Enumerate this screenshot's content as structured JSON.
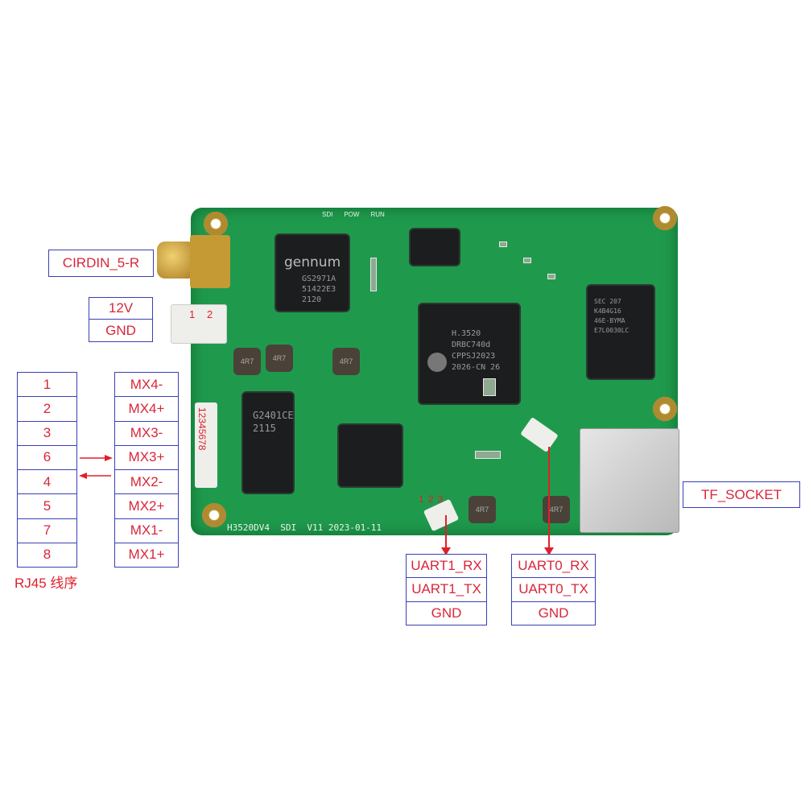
{
  "labels": {
    "coax": "CIRDIN_5-R",
    "power": [
      "12V",
      "GND"
    ],
    "rj45_pins": [
      "1",
      "2",
      "3",
      "6",
      "4",
      "5",
      "7",
      "8"
    ],
    "rj45_signals": [
      "MX4-",
      "MX4+",
      "MX3-",
      "MX3+",
      "MX2-",
      "MX2+",
      "MX1-",
      "MX1+"
    ],
    "rj45_caption": "RJ45 线序",
    "uart1": [
      "UART1_RX",
      "UART1_TX",
      "GND"
    ],
    "uart0": [
      "UART0_RX",
      "UART0_TX",
      "GND"
    ],
    "tf_socket": "TF_SOCKET"
  },
  "board": {
    "silkscreen": "H3520DV4  SDI  V11 2023-01-11",
    "leds": [
      "SDI",
      "POW",
      "RUN"
    ],
    "gennum": {
      "brand": "gennum",
      "lines": [
        "GS2971A",
        "51422E3",
        "2120"
      ]
    },
    "soc": {
      "lines": [
        "H.3520",
        "DRBC740d",
        "CPPSJ2023",
        "2026-CN 26"
      ]
    },
    "ram": {
      "lines": [
        "SEC 207",
        "K4B4G16",
        "46E-BYMA",
        "E7L0030LC"
      ]
    },
    "magnetics": {
      "lines": [
        "G2401CE",
        "2115"
      ]
    },
    "inductor": "4R7",
    "connector_pins_power": [
      "1",
      "2"
    ],
    "connector_pins_rj45": "12345678",
    "connector_pins_uart": [
      "1",
      "2",
      "3"
    ]
  },
  "colors": {
    "label_text": "#d8263a",
    "label_border": "#3a3fb5",
    "pcb": "#1f9a4d"
  }
}
